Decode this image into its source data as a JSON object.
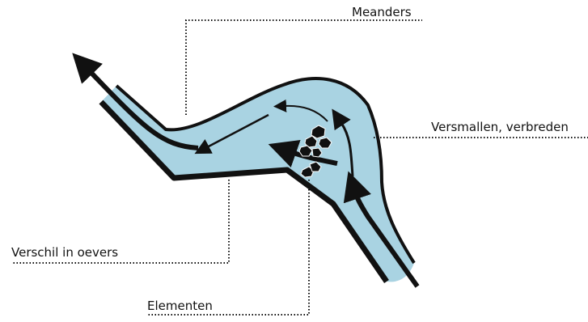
{
  "diagram": {
    "labels": {
      "meanders": "Meanders",
      "narrow_widen": "Versmallen, verbreden",
      "bank_difference": "Verschil in oevers",
      "elements": "Elementen"
    },
    "colors": {
      "water": "#a9d3e2",
      "outline": "#111111",
      "background": "#ffffff"
    }
  }
}
